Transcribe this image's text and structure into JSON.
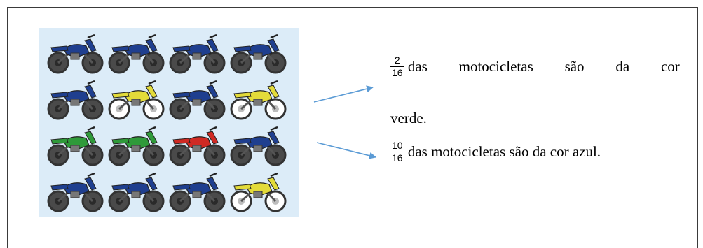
{
  "motorcycles": {
    "grid": [
      [
        "blue",
        "blue",
        "blue",
        "blue"
      ],
      [
        "blue",
        "yellow",
        "blue",
        "yellow"
      ],
      [
        "green",
        "green",
        "red",
        "blue"
      ],
      [
        "blue",
        "blue",
        "blue",
        "yellow"
      ]
    ],
    "colors": {
      "blue": "#1f3f8f",
      "yellow": "#e3db3a",
      "green": "#2f9a3a",
      "red": "#cf2a24"
    }
  },
  "statements": [
    {
      "numerator": "2",
      "denominator": "16",
      "words": [
        "das",
        "motocicletas",
        "são",
        "da",
        "cor"
      ],
      "continuation": "verde."
    },
    {
      "numerator": "10",
      "denominator": "16",
      "text": "das motocicletas são da cor azul."
    }
  ],
  "arrow_color": "#5b9bd5"
}
